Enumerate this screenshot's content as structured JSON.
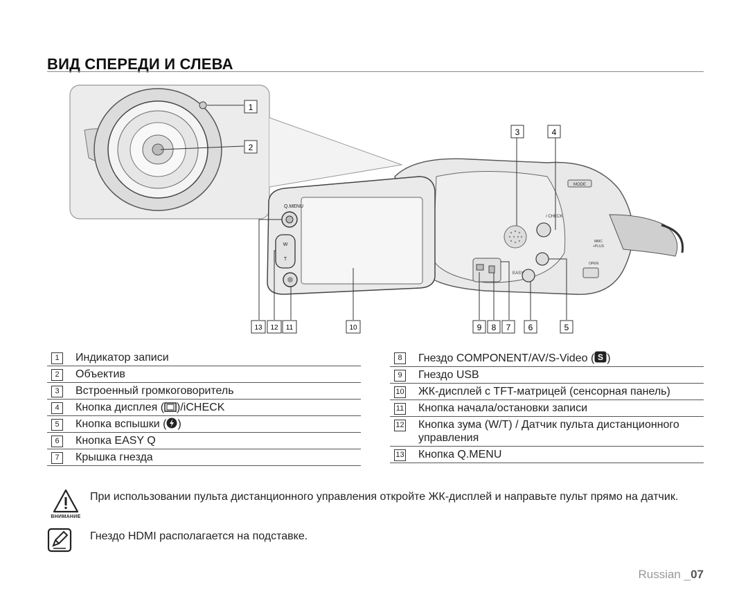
{
  "page": {
    "title": "ВИД СПЕРЕДИ И СЛЕВА",
    "footer_lang": "Russian _",
    "footer_page": "07"
  },
  "diagram": {
    "callouts": [
      "1",
      "2",
      "3",
      "4",
      "5",
      "6",
      "7",
      "8",
      "9",
      "10",
      "11",
      "12",
      "13"
    ],
    "camera_labels": {
      "qmenu": "Q.MENU",
      "w": "W",
      "t": "T",
      "check": "/ CHECK",
      "easy": "EASY",
      "mode": "MODE",
      "open": "OPEN",
      "mmc": "MMC",
      "plus": "+PLUS"
    }
  },
  "legend_left": [
    {
      "num": "1",
      "text": "Индикатор записи"
    },
    {
      "num": "2",
      "text": "Объектив"
    },
    {
      "num": "3",
      "text": "Встроенный громкоговоритель"
    },
    {
      "num": "4",
      "text_before": "Кнопка дисплея (",
      "text_after": ")/iCHECK",
      "icon": "display-icon"
    },
    {
      "num": "5",
      "text_before": "Кнопка вспышки (",
      "text_after": ")",
      "icon": "flash-icon"
    },
    {
      "num": "6",
      "text": "Кнопка EASY Q"
    },
    {
      "num": "7",
      "text": "Крышка гнезда"
    }
  ],
  "legend_right": [
    {
      "num": "8",
      "text_before": "Гнездо COMPONENT/AV/S-Video (",
      "text_after": ")",
      "icon": "s-video-icon",
      "icon_text": "S"
    },
    {
      "num": "9",
      "text": "Гнездо USB"
    },
    {
      "num": "10",
      "text": "ЖК-дисплей с TFT-матрицей (сенсорная панель)"
    },
    {
      "num": "11",
      "text": "Кнопка начала/остановки записи"
    },
    {
      "num": "12",
      "text": "Кнопка зума (W/T) / Датчик пульта дистанционного управления"
    },
    {
      "num": "13",
      "text": "Кнопка Q.MENU"
    }
  ],
  "notes": {
    "warning_caption": "ВНИМАНИЕ",
    "warning_text": "При использовании пульта дистанционного управления откройте ЖК-дисплей и направьте пульт прямо на датчик.",
    "memo_text": "Гнездо HDMI располагается на подставке."
  }
}
